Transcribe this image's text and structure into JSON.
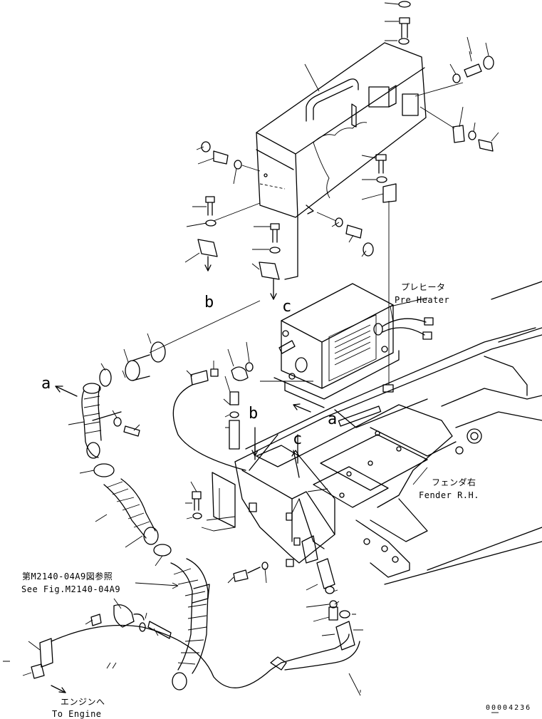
{
  "labels": {
    "preheater_jp": "プレヒータ",
    "preheater_en": "Pre Heater",
    "fender_jp": "フェンダ右",
    "fender_en": "Fender R.H.",
    "see_fig_jp": "第M2140-04A9図参照",
    "see_fig_en": "See Fig.M2140-04A9",
    "to_engine_jp": "エンジンへ",
    "to_engine_en": "To Engine"
  },
  "refs": {
    "a1": "a",
    "a2": "a",
    "b1": "b",
    "b2": "b",
    "c1": "c",
    "c2": "c"
  },
  "drawing_number": "00004236"
}
